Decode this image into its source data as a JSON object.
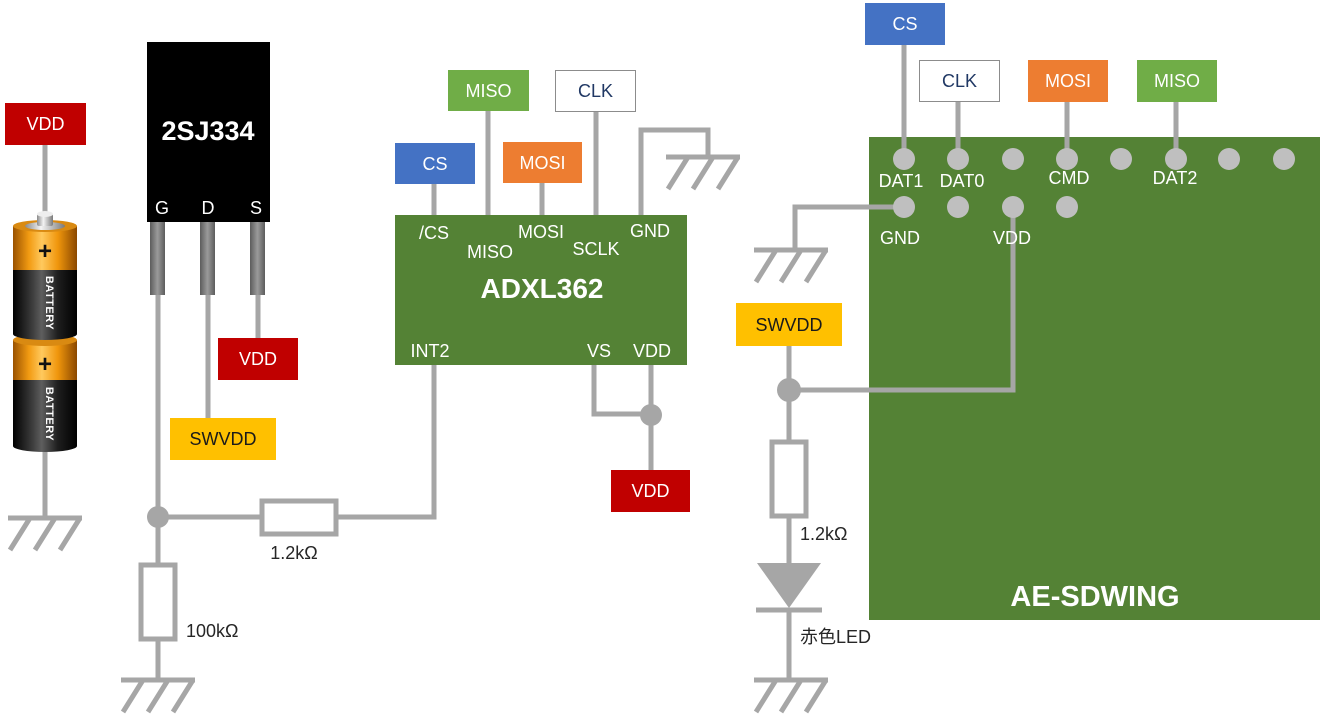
{
  "battery_section": {
    "vdd_tag": "VDD",
    "cells": [
      {
        "plus": "+",
        "label": "BATTERY"
      },
      {
        "plus": "+",
        "label": "BATTERY"
      }
    ]
  },
  "switch_section": {
    "mosfet": {
      "part": "2SJ334",
      "pin_g": "G",
      "pin_d": "D",
      "pin_s": "S"
    },
    "source_tag": "VDD",
    "drain_tag": "SWVDD",
    "gate_pulldown": "100kΩ",
    "gate_resistor": "1.2kΩ"
  },
  "accelerometer": {
    "part": "ADXL362",
    "pins": {
      "cs": "/CS",
      "miso": "MISO",
      "mosi": "MOSI",
      "sclk": "SCLK",
      "gnd": "GND",
      "int2": "INT2",
      "vs": "VS",
      "vdd": "VDD"
    },
    "tags": {
      "cs": "CS",
      "miso": "MISO",
      "mosi": "MOSI",
      "clk": "CLK",
      "vdd": "VDD"
    }
  },
  "sd_board": {
    "part": "AE-SDWING",
    "pins": {
      "dat1": "DAT1",
      "dat0": "DAT0",
      "cmd": "CMD",
      "dat2": "DAT2",
      "gnd": "GND",
      "vdd": "VDD"
    },
    "tags": {
      "cs": "CS",
      "clk": "CLK",
      "mosi": "MOSI",
      "miso": "MISO"
    },
    "supply_tag": "SWVDD",
    "led_resistor": "1.2kΩ",
    "led": "赤色LED"
  },
  "colors": {
    "supply_red": "#c00000",
    "switched_yellow": "#ffc000",
    "cs_blue": "#4472c4",
    "mosi_orange": "#ed7d31",
    "miso_green": "#70ad47",
    "board_green": "#548235",
    "wire_gray": "#a6a6a6",
    "pad_gray": "#bfbfbf",
    "mosfet_black": "#000000",
    "clk_text": "#203864"
  }
}
